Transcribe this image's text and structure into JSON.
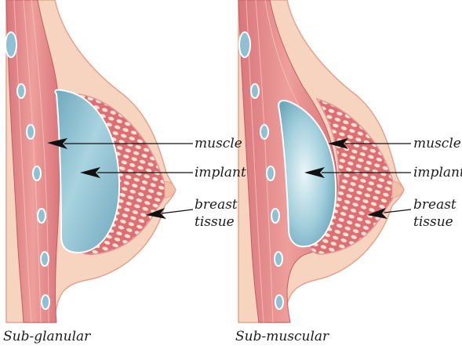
{
  "panels": [
    {
      "caption": "Sub-glanular",
      "labels": {
        "muscle": "muscle",
        "implant": "implant",
        "breast": "breast",
        "tissue": "tissue"
      }
    },
    {
      "caption": "Sub-muscular",
      "labels": {
        "muscle": "muscle",
        "implant": "implant",
        "breast": "breast",
        "tissue": "tissue"
      }
    }
  ],
  "colors": {
    "skin": "#f6d2bd",
    "skin_edge": "#e9aa95",
    "muscle": "#e98c8c",
    "muscle_dark": "#c95a62",
    "rib": "#7fb2c5",
    "implant": "#8fbfcf",
    "implant_light": "#dceff4",
    "tissue": "#dc6f73",
    "arrow": "#111111"
  }
}
